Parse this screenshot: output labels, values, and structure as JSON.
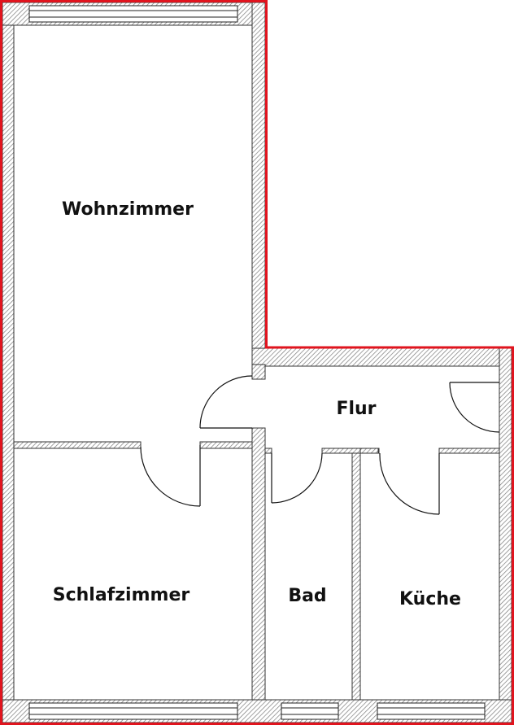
{
  "rooms": [
    {
      "id": "wohnzimmer",
      "label": "Wohnzimmer"
    },
    {
      "id": "flur",
      "label": "Flur"
    },
    {
      "id": "schlafzimmer",
      "label": "Schlafzimmer"
    },
    {
      "id": "bad",
      "label": "Bad"
    },
    {
      "id": "kueche",
      "label": "Küche"
    }
  ],
  "colors": {
    "outline": "#e0141e",
    "wall": "#333333",
    "hatch": "#7a7a7a",
    "window": "#222222",
    "door": "#111111",
    "background": "#ffffff"
  }
}
